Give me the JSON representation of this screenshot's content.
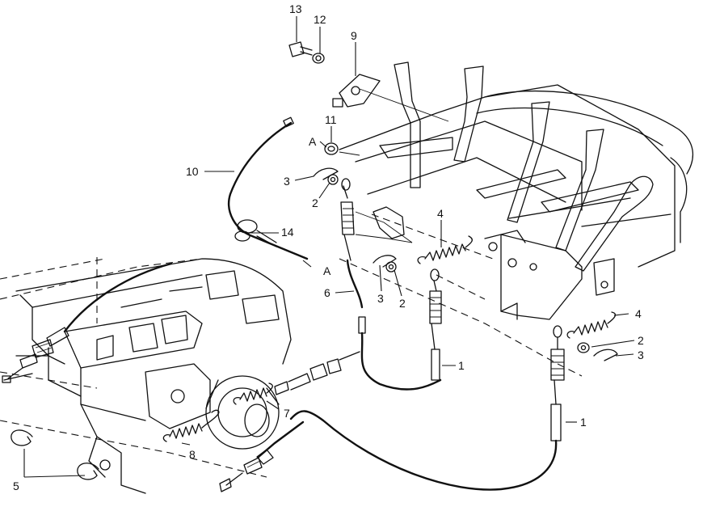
{
  "callouts": {
    "c13": "13",
    "c12": "12",
    "c9": "9",
    "c11": "11",
    "cA_top": "A",
    "c10": "10",
    "c3_left": "3",
    "c2_left": "2",
    "c14": "14",
    "cA_mid": "A",
    "c6": "6",
    "c4_mid": "4",
    "c3_mid": "3",
    "c2_mid": "2",
    "c1_mid": "1",
    "c4_right": "4",
    "c2_right": "2",
    "c3_right": "3",
    "c1_right": "1",
    "c7": "7",
    "c8": "8",
    "c5": "5"
  }
}
